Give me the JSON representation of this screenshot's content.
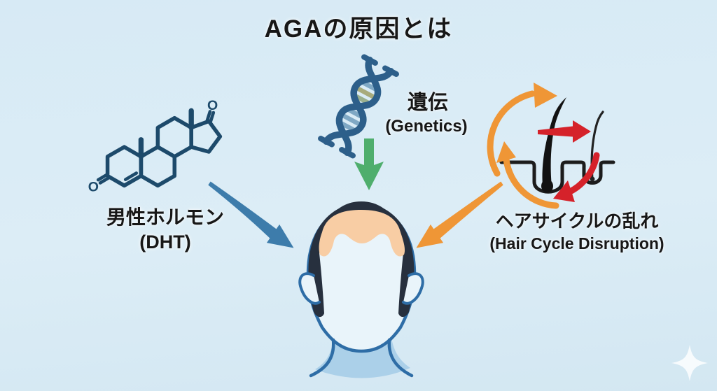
{
  "title": "AGAの原因とは",
  "causes": {
    "hormone": {
      "label_jp": "男性ホルモン",
      "label_en": "(DHT)",
      "icon": "steroid-molecule",
      "arrow_color": "#3d7cab"
    },
    "genetics": {
      "label_jp": "遺伝",
      "label_en": "(Genetics)",
      "icon": "dna-helix",
      "arrow_color": "#4fae6d"
    },
    "hair_cycle": {
      "label_jp": "ヘアサイクルの乱れ",
      "label_en": "(Hair Cycle Disruption)",
      "icon": "hair-follicle-cycle",
      "arrow_color": "#ef9636"
    }
  },
  "center_illustration": "balding-head",
  "molecule_atom_label": "O",
  "watermark_icon": "sparkle",
  "colors": {
    "background": "#d9ecf5",
    "text": "#171717",
    "molecule": "#1d4a6b",
    "dna_strand": "#2d5f8a",
    "dna_rung_blue": "#7fa8c4",
    "dna_rung_olive": "#a8ab7c",
    "arrow_hormone": "#3d7cab",
    "arrow_genetics": "#4fae6d",
    "arrow_hair_cycle": "#ef9636",
    "cycle_red": "#d5222a",
    "follicle_black": "#1c1c1c",
    "hair": "#27303e",
    "scalp": "#f8cda4",
    "face_outline": "#2e6da6",
    "face_fill": "#e9f4fa",
    "neck_shadow": "#abd0e9",
    "watermark": "#ffffff"
  }
}
